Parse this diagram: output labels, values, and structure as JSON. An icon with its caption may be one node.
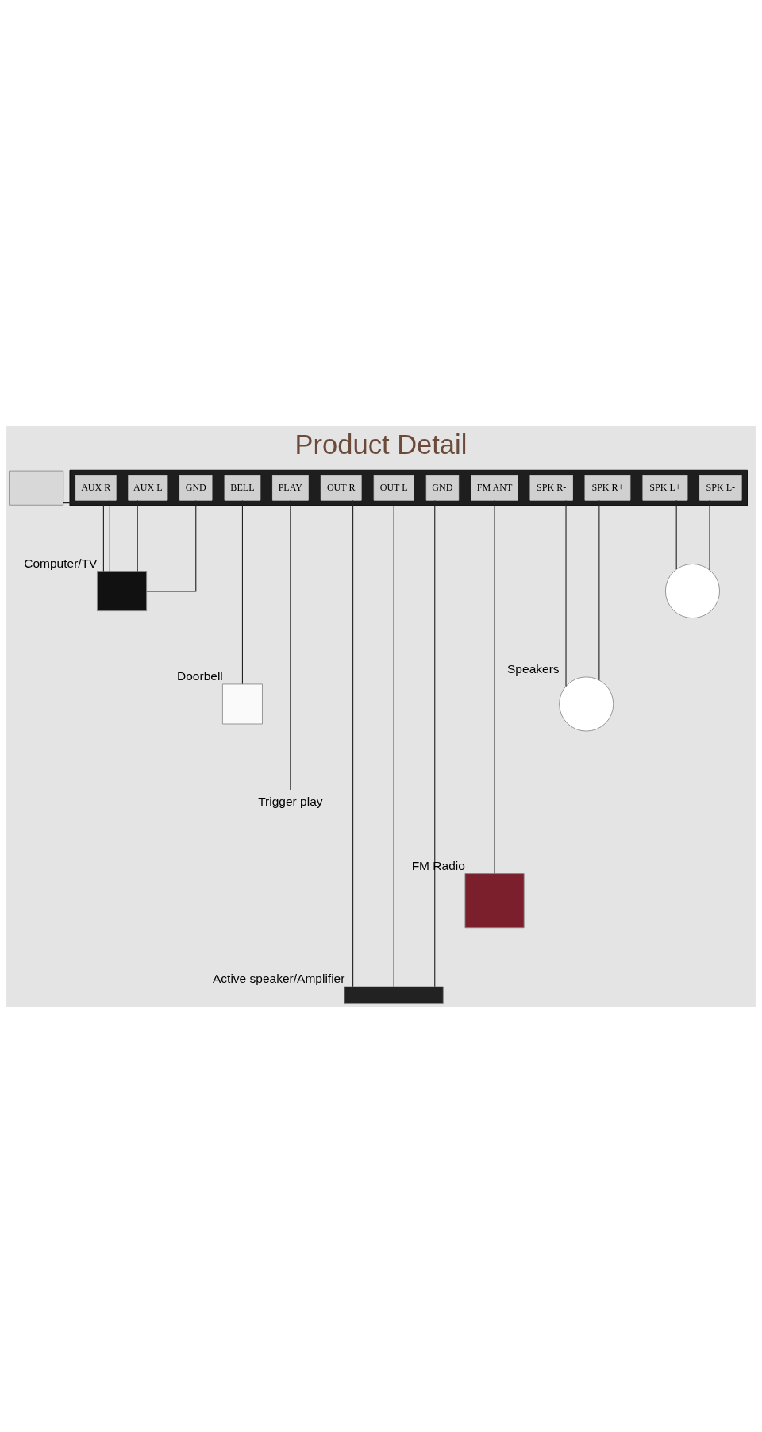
{
  "diagram": {
    "title": "Product Detail",
    "nodes": [
      {
        "text": [],
        "shape": "box"
      },
      {
        "text": [
          "AUX R"
        ],
        "in": 0
      },
      {
        "text": [
          "AUX L"
        ],
        "in": 0
      },
      {
        "text": [
          "GND"
        ],
        "in": 0
      },
      {
        "text": [
          "BELL"
        ],
        "in": 0
      },
      {
        "text": [
          "PLAY"
        ],
        "in": 0
      },
      {
        "text": [
          "OUT R"
        ],
        "in": 0
      },
      {
        "text": [
          "OUT L"
        ],
        "in": 0
      },
      {
        "text": [
          "GND"
        ],
        "in": 0
      },
      {
        "text": [
          "FM ANT"
        ],
        "in": 0
      },
      {
        "text": [
          "SPK R-"
        ],
        "in": 0
      },
      {
        "text": [
          "SPK R+"
        ],
        "in": 0
      },
      {
        "text": [
          "SPK L+"
        ],
        "in": 0
      },
      {
        "text": [
          "SPK L-"
        ],
        "in": 0
      },
      {
        "text": [],
        "shape": "box"
      },
      {
        "text": [],
        "shape": "box",
        "beside": [
          "Computer/TV"
        ]
      },
      {
        "text": [],
        "shape": "box",
        "beside": [
          "Doorbell"
        ]
      },
      {
        "text": [
          "Trigger play"
        ]
      },
      {
        "text": [],
        "shape": "circle"
      },
      {
        "text": [],
        "shape": "circle",
        "beside": [
          "Speakers"
        ]
      },
      {
        "text": [],
        "shape": "box",
        "beside": [
          "Active speaker/Amplifier"
        ]
      },
      {
        "text": [],
        "shape": "box",
        "beside": [
          "FM Radio"
        ]
      }
    ],
    "edges": [
      {
        "from": 1,
        "to": 15,
        "arrow": "none"
      },
      {
        "from": 2,
        "to": 15,
        "arrow": "none"
      },
      {
        "from": 3,
        "to": 15,
        "arrow": "none"
      },
      {
        "from": 14,
        "to": 15,
        "arrow": "none"
      },
      {
        "from": 4,
        "to": 16,
        "arrow": "none"
      },
      {
        "from": 5,
        "to": 17,
        "arrow": "none"
      },
      {
        "from": 6,
        "to": 20,
        "arrow": "none"
      },
      {
        "from": 7,
        "to": 20,
        "arrow": "none"
      },
      {
        "from": 8,
        "to": 20,
        "arrow": "none"
      },
      {
        "from": 9,
        "to": 21,
        "arrow": "none"
      },
      {
        "from": 10,
        "to": 19,
        "arrow": "none"
      },
      {
        "from": 11,
        "to": 19,
        "arrow": "none"
      },
      {
        "from": 12,
        "to": 18,
        "arrow": "none"
      },
      {
        "from": 13,
        "to": 18,
        "arrow": "none"
      }
    ]
  }
}
